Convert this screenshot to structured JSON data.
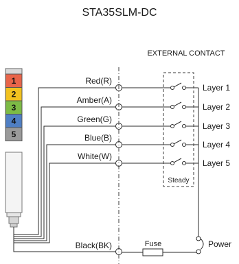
{
  "title": "STA35SLM-DC",
  "external_contact_label": "EXTERNAL CONTACT",
  "steady_label": "Steady",
  "fuse_label": "Fuse",
  "power_label": "Power",
  "layers": [
    {
      "number": "1",
      "wire_label": "Red(R)",
      "layer_label": "Layer 1",
      "color": "#e8654a"
    },
    {
      "number": "2",
      "wire_label": "Amber(A)",
      "layer_label": "Layer 2",
      "color": "#f2c21f"
    },
    {
      "number": "3",
      "wire_label": "Green(G)",
      "layer_label": "Layer 3",
      "color": "#7dbb45"
    },
    {
      "number": "4",
      "wire_label": "Blue(B)",
      "layer_label": "Layer 4",
      "color": "#4f7fc4"
    },
    {
      "number": "5",
      "wire_label": "White(W)",
      "layer_label": "Layer 5",
      "color": "#9a9a9a"
    }
  ],
  "black_wire_label": "Black(BK)"
}
